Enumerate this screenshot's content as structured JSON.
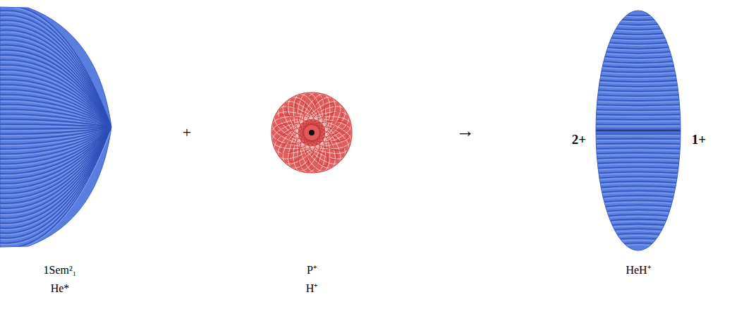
{
  "diagram": {
    "nodes": [
      {
        "text": [
          "1Sem²₁",
          "He*"
        ]
      },
      {
        "text": [
          "P⁺",
          "H⁺"
        ]
      },
      {
        "text": [
          "HeH⁺"
        ]
      }
    ],
    "labels": [
      "+",
      "→",
      "2+",
      "1+"
    ]
  }
}
